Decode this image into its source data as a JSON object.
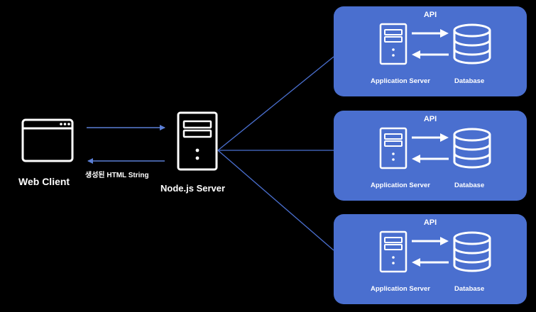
{
  "diagram": {
    "client": {
      "label": "Web Client",
      "icon": "browser-window-icon"
    },
    "server": {
      "label": "Node.js Server",
      "icon": "server-icon"
    },
    "response_label": "생성된 HTML String",
    "api_panels": [
      {
        "title": "API",
        "app_server_label": "Application Server",
        "database_label": "Database"
      },
      {
        "title": "API",
        "app_server_label": "Application Server",
        "database_label": "Database"
      },
      {
        "title": "API",
        "app_server_label": "Application Server",
        "database_label": "Database"
      }
    ],
    "colors": {
      "background": "#000000",
      "panel": "#4a6fcf",
      "icon_stroke": "#ffffff",
      "connector_line": "#4a6fcf"
    }
  }
}
